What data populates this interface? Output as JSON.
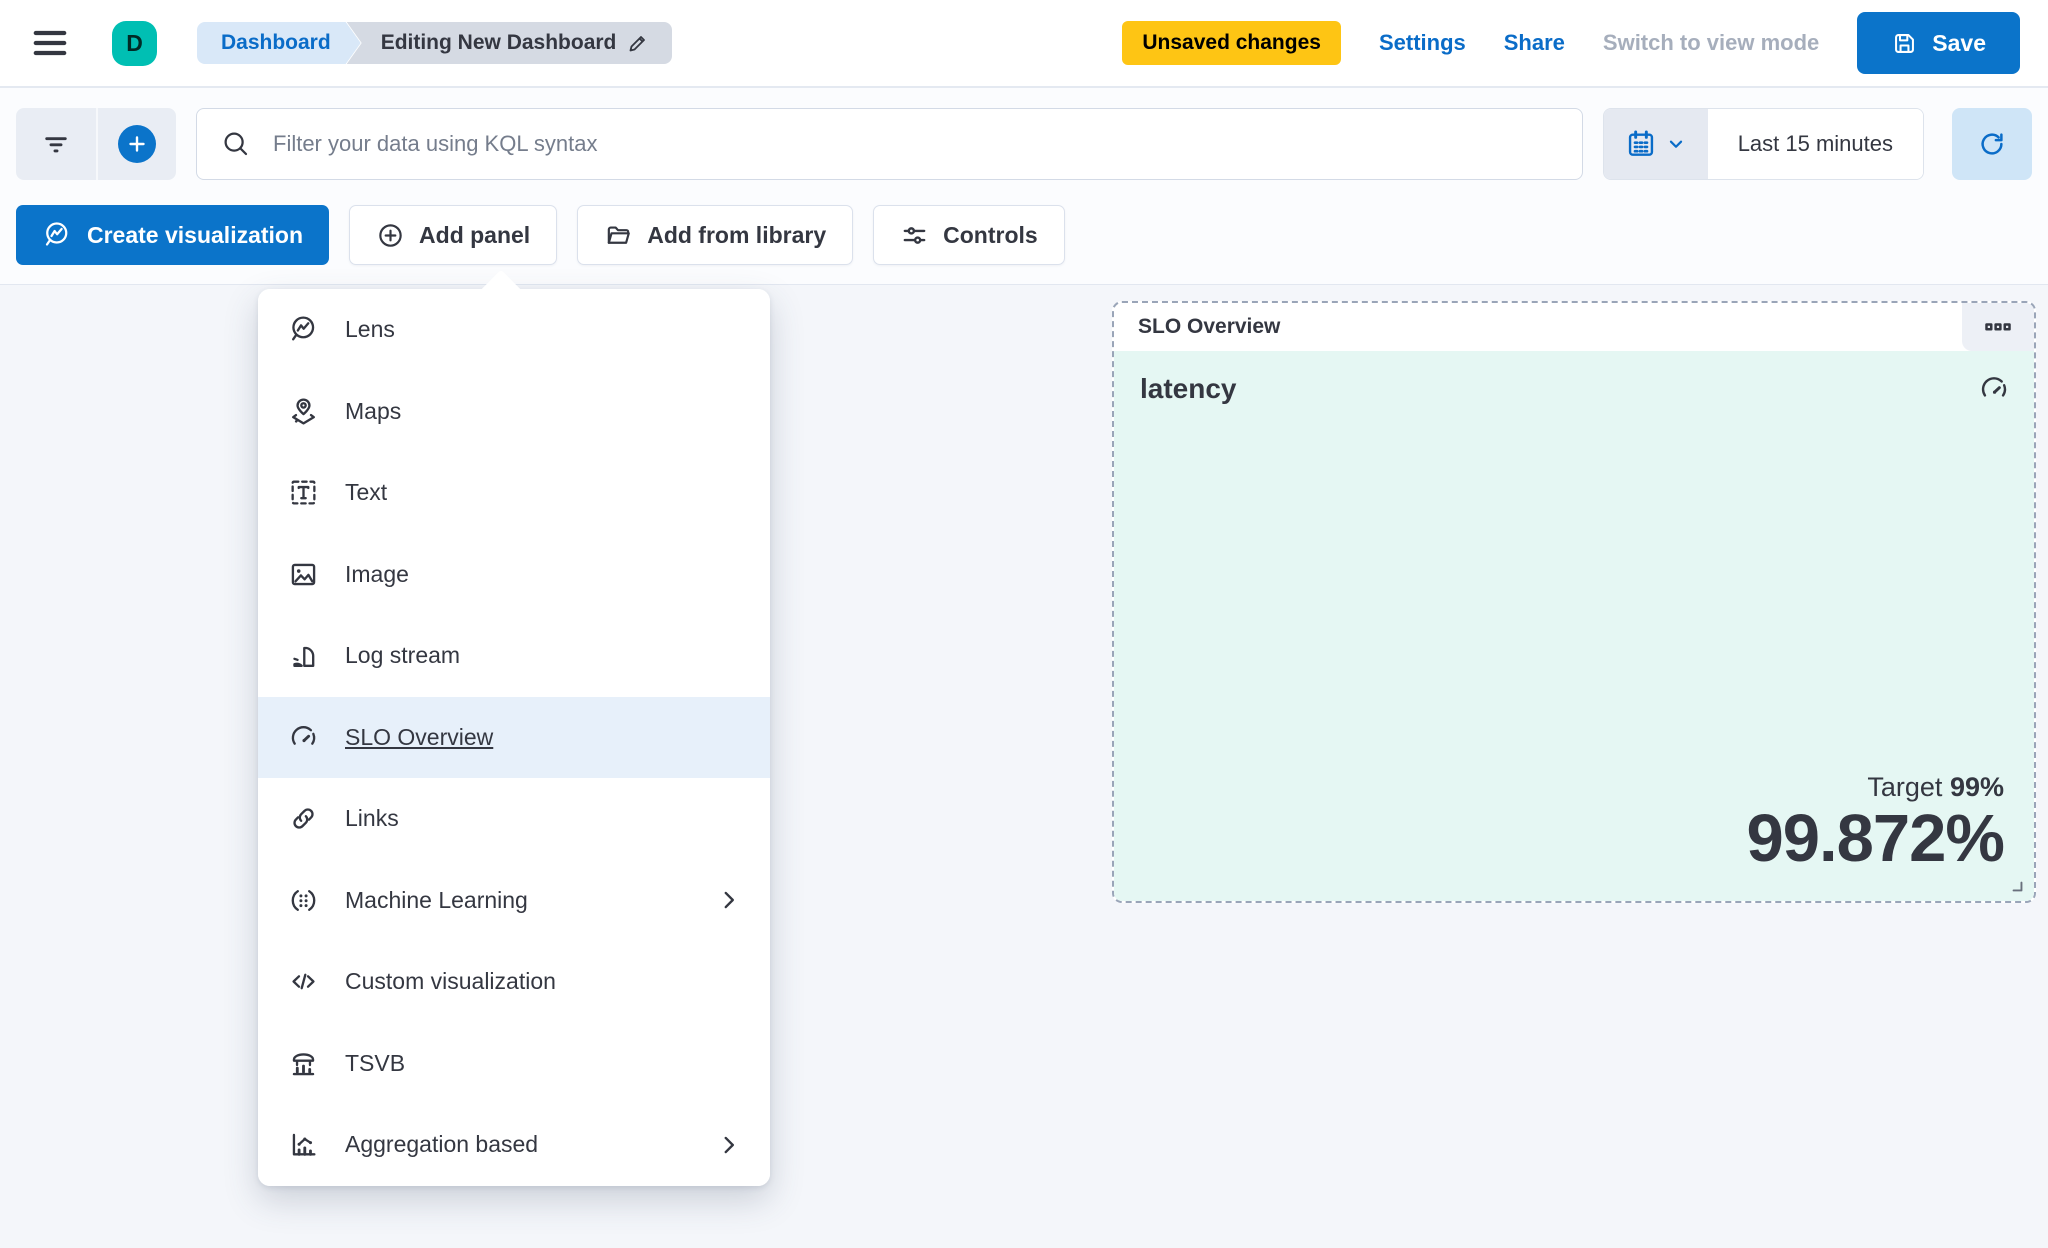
{
  "header": {
    "avatar_letter": "D",
    "breadcrumbs": {
      "root": "Dashboard",
      "current": "Editing New Dashboard"
    },
    "badge": "Unsaved changes",
    "settings_label": "Settings",
    "share_label": "Share",
    "view_mode_label": "Switch to view mode",
    "save_label": "Save"
  },
  "toolbar": {
    "search_placeholder": "Filter your data using KQL syntax",
    "time_range": "Last 15 minutes"
  },
  "actions_bar": {
    "create_visualization": "Create visualization",
    "add_panel": "Add panel",
    "add_from_library": "Add from library",
    "controls": "Controls"
  },
  "add_panel_menu": {
    "items": [
      {
        "label": "Lens",
        "icon": "lens",
        "highlighted": false,
        "has_submenu": false
      },
      {
        "label": "Maps",
        "icon": "maps",
        "highlighted": false,
        "has_submenu": false
      },
      {
        "label": "Text",
        "icon": "text",
        "highlighted": false,
        "has_submenu": false
      },
      {
        "label": "Image",
        "icon": "image",
        "highlighted": false,
        "has_submenu": false
      },
      {
        "label": "Log stream",
        "icon": "log-stream",
        "highlighted": false,
        "has_submenu": false
      },
      {
        "label": "SLO Overview",
        "icon": "slo-gauge",
        "highlighted": true,
        "has_submenu": false
      },
      {
        "label": "Links",
        "icon": "links",
        "highlighted": false,
        "has_submenu": false
      },
      {
        "label": "Machine Learning",
        "icon": "ml",
        "highlighted": false,
        "has_submenu": true
      },
      {
        "label": "Custom visualization",
        "icon": "code",
        "highlighted": false,
        "has_submenu": false
      },
      {
        "label": "TSVB",
        "icon": "tsvb",
        "highlighted": false,
        "has_submenu": false
      },
      {
        "label": "Aggregation based",
        "icon": "agg",
        "highlighted": false,
        "has_submenu": true
      }
    ]
  },
  "slo_panel": {
    "title": "SLO Overview",
    "metric_name": "latency",
    "target_label": "Target",
    "target_value": "99%",
    "value": "99.872%"
  },
  "colors": {
    "primary_blue": "#0b74ca",
    "link_blue": "#0a6cc8",
    "warning_yellow": "#fec514",
    "avatar_teal": "#00bfb3",
    "panel_mint": "#e5f7f3",
    "menu_highlight": "#e7f0fa",
    "text_dark": "#343741",
    "disabled_gray": "#a6aebc"
  }
}
